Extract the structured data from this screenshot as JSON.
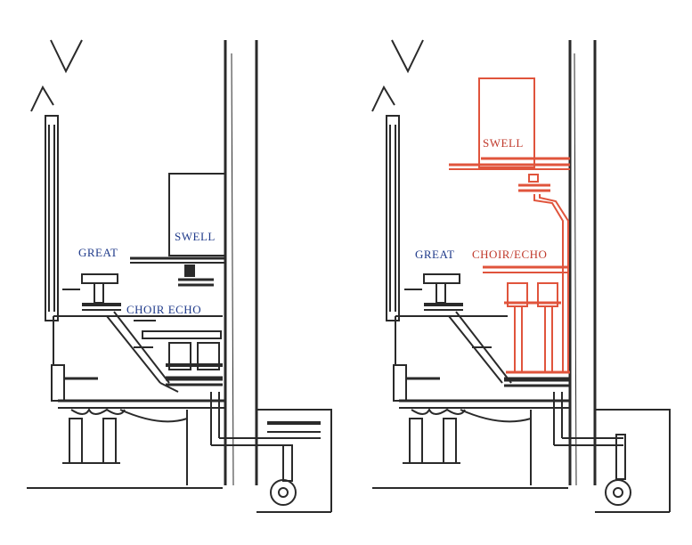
{
  "colors": {
    "ink": "#2a2a2a",
    "blue_label": "#1f3a8a",
    "red_highlight": "#e0543c",
    "paper": "#ffffff"
  },
  "panels": [
    {
      "id": "before",
      "labels": {
        "great": "GREAT",
        "swell": "SWELL",
        "choir_echo": "CHOIR ECHO"
      },
      "label_colors": {
        "great": "#1f3a8a",
        "swell": "#1f3a8a",
        "choir_echo": "#1f3a8a"
      }
    },
    {
      "id": "after",
      "labels": {
        "great": "GREAT",
        "swell": "SWELL",
        "choir_echo": "CHOIR/ECHO"
      },
      "label_colors": {
        "great": "#1f3a8a",
        "swell": "#c0392b",
        "choir_echo": "#c0392b"
      }
    }
  ]
}
